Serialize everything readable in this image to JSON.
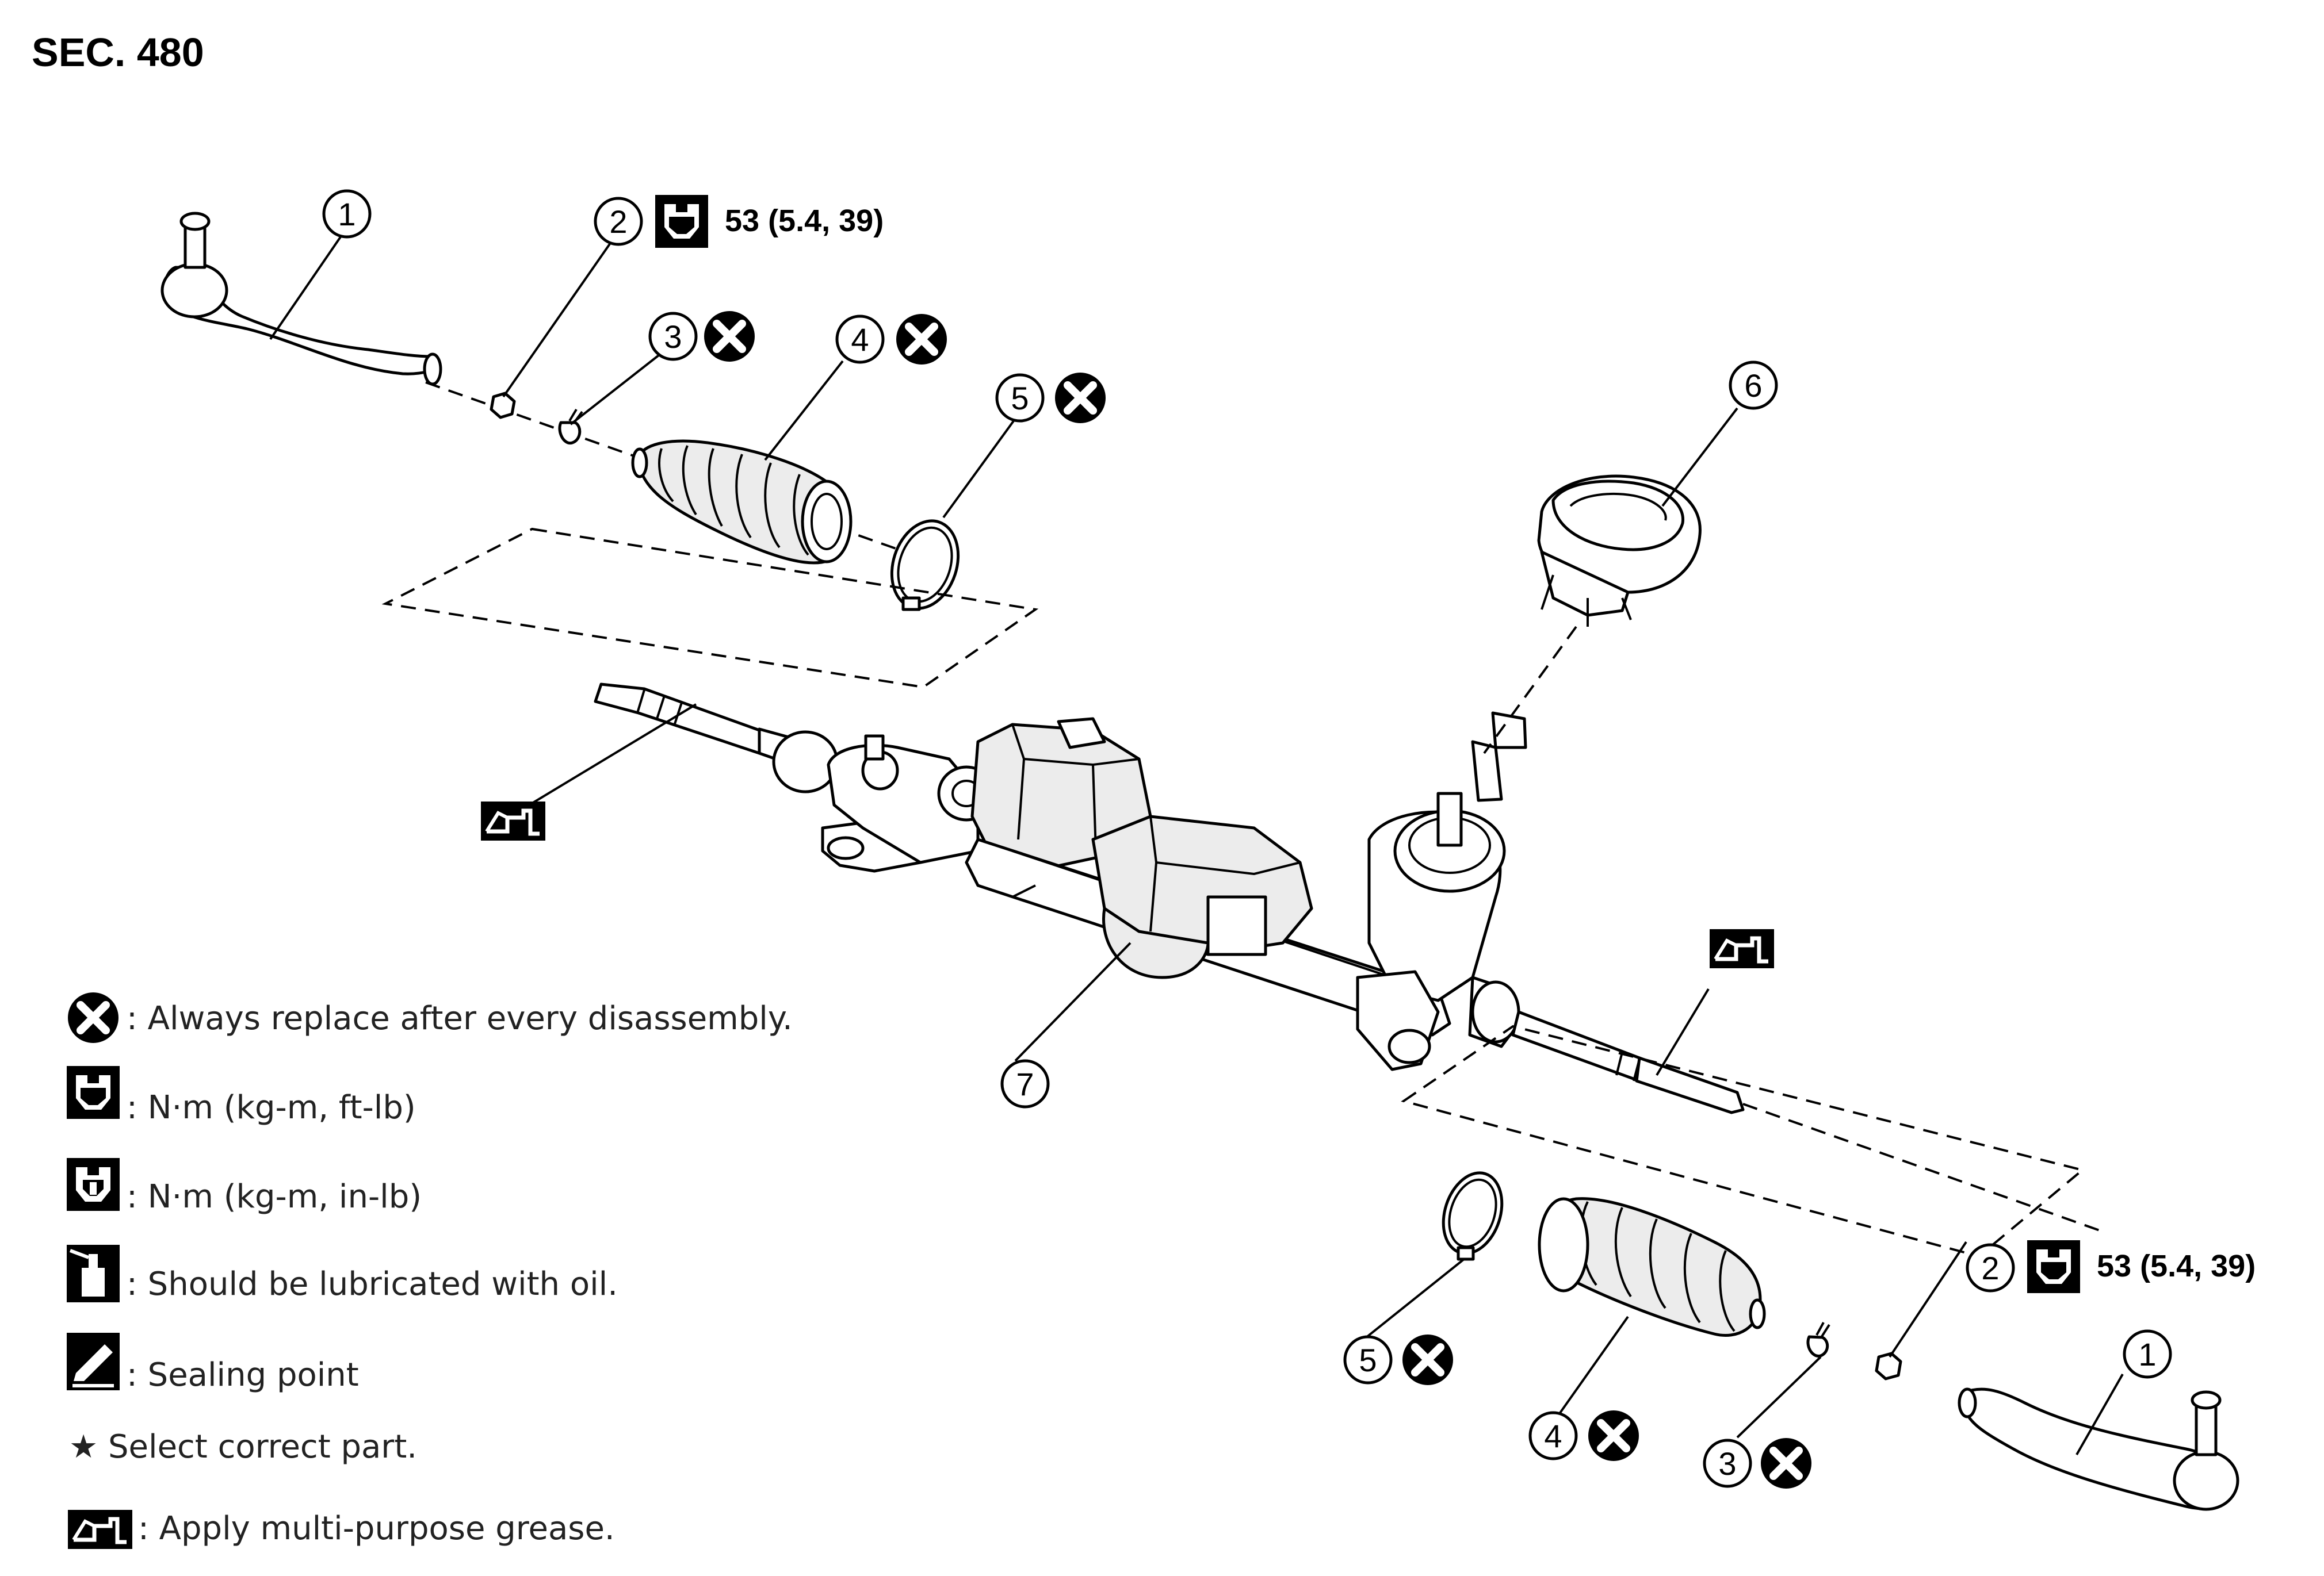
{
  "header": {
    "section": "SEC. 480"
  },
  "callouts": {
    "c1_left": "1",
    "c2_left": "2",
    "c3_left": "3",
    "c4_left": "4",
    "c5_left": "5",
    "c6": "6",
    "c7": "7",
    "c1_right": "1",
    "c2_right": "2",
    "c3_right": "3",
    "c4_right": "4",
    "c5_right": "5"
  },
  "torque": {
    "left": "53 (5.4, 39)",
    "right": "53 (5.4, 39)"
  },
  "legend": [
    {
      "icon": "replace-x-icon",
      "text": ": Always replace after every disassembly."
    },
    {
      "icon": "torque-wrench-icon",
      "text": ": N·m (kg-m, ft-lb)"
    },
    {
      "icon": "torque-wrench-small-icon",
      "text": ": N·m (kg-m, in-lb)"
    },
    {
      "icon": "oil-can-icon",
      "text": ": Should be lubricated with oil."
    },
    {
      "icon": "sealing-icon",
      "text": ": Sealing point"
    },
    {
      "icon": "star-icon",
      "text": "★ Select correct part."
    },
    {
      "icon": "grease-icon",
      "text": ": Apply multi-purpose grease."
    }
  ]
}
